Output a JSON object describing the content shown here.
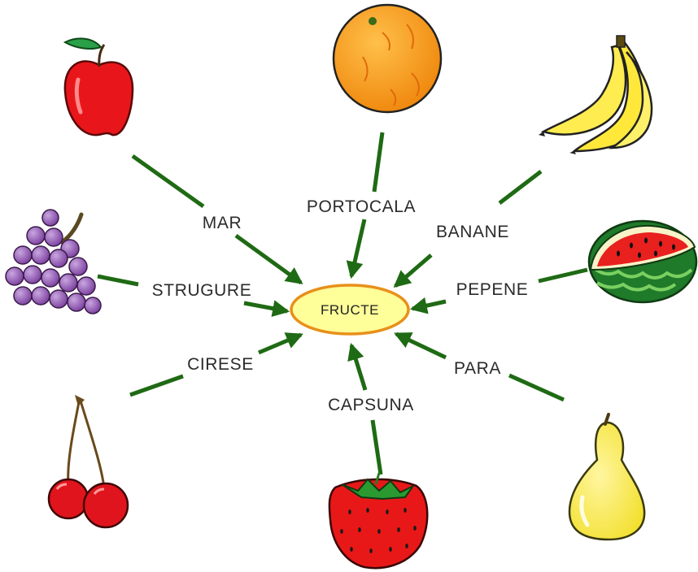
{
  "center": {
    "label": "FRUCTE"
  },
  "fruits": [
    {
      "id": "mar",
      "label": "MAR",
      "icon": "apple-icon"
    },
    {
      "id": "portocala",
      "label": "PORTOCALA",
      "icon": "orange-icon"
    },
    {
      "id": "banane",
      "label": "BANANE",
      "icon": "banana-icon"
    },
    {
      "id": "strugure",
      "label": "STRUGURE",
      "icon": "grapes-icon"
    },
    {
      "id": "pepene",
      "label": "PEPENE",
      "icon": "watermelon-icon"
    },
    {
      "id": "cirese",
      "label": "CIRESE",
      "icon": "cherries-icon"
    },
    {
      "id": "capsuna",
      "label": "CAPSUNA",
      "icon": "strawberry-icon"
    },
    {
      "id": "para",
      "label": "PARA",
      "icon": "pear-icon"
    }
  ],
  "colors": {
    "arrow": "#1f6a14",
    "center_fill": "#ffff99",
    "center_stroke": "#e8901a"
  }
}
